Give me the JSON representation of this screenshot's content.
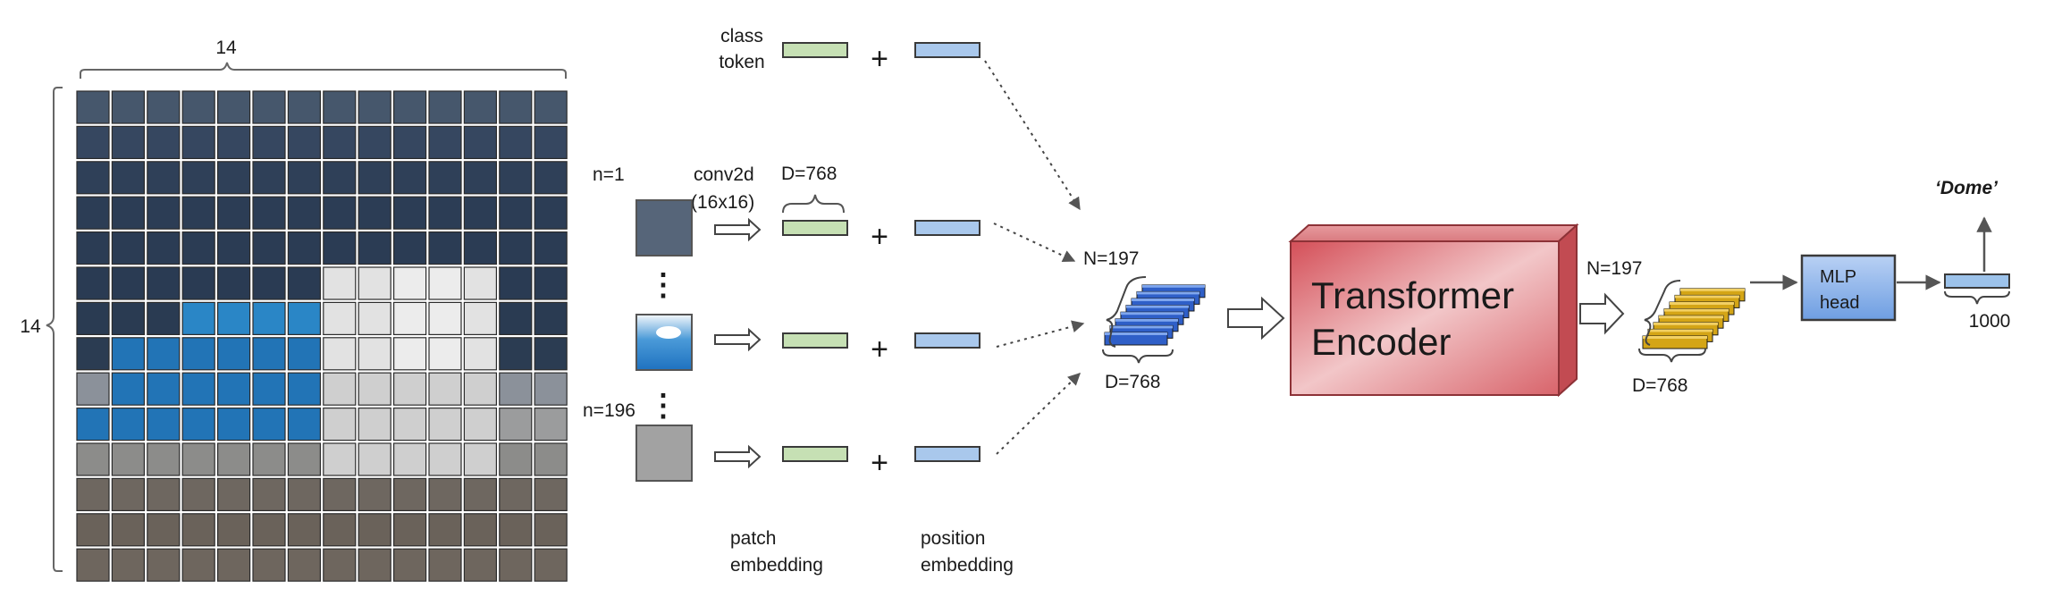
{
  "grid": {
    "size_label_top": "14",
    "size_label_left": "14",
    "rows": 14,
    "cols": 14,
    "row_colors": [
      "#46576c",
      "#364760",
      "#2f4058",
      "#2c3d55",
      "#2b3c54",
      "#2a3b53",
      "#2a3b52",
      "#2b3c52",
      "#8b919a",
      "#9b9c9d",
      "#8c8c8a",
      "#6e6760",
      "#6a625a",
      "#6e665e"
    ]
  },
  "patches": {
    "first_label": "n=1",
    "last_label": "n=196",
    "conv_label_line1": "conv2d",
    "conv_label_line2": "(16x16)",
    "dim_label": "D=768",
    "class_token_line1": "class",
    "class_token_line2": "token",
    "patch_embedding_line1": "patch",
    "patch_embedding_line2": "embedding",
    "position_embedding_line1": "position",
    "position_embedding_line2": "embedding",
    "plus": "+",
    "dots": "⋮"
  },
  "sequence": {
    "n_label": "N=197",
    "d_label": "D=768"
  },
  "encoder": {
    "line1": "Transformer",
    "line2": "Encoder"
  },
  "output_sequence": {
    "n_label": "N=197",
    "d_label": "D=768"
  },
  "head": {
    "line1": "MLP",
    "line2": "head",
    "output_dim": "1000",
    "prediction": "‘Dome’"
  },
  "colors": {
    "patch_embed_fill": "#c6e0b4",
    "pos_embed_fill": "#a9c8ec",
    "seq_blue": "#2f5fc8",
    "seq_gold": "#d4a516",
    "encoder_fill": "#d9676d",
    "mlp_fill": "#8fb4ea"
  }
}
